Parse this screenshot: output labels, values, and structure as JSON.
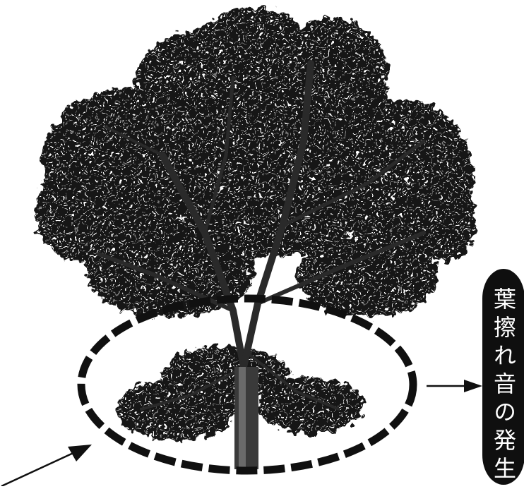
{
  "label": {
    "text": "葉擦れ音の発生"
  },
  "colors": {
    "ink": "#101010",
    "paper": "#ffffff",
    "trunk": "#3a3a3a"
  },
  "icons": {
    "tree": "tree-illustration",
    "region": "dashed-ellipse-region",
    "input_arrow": "arrow-into-region",
    "output_arrow": "arrow-to-label"
  }
}
